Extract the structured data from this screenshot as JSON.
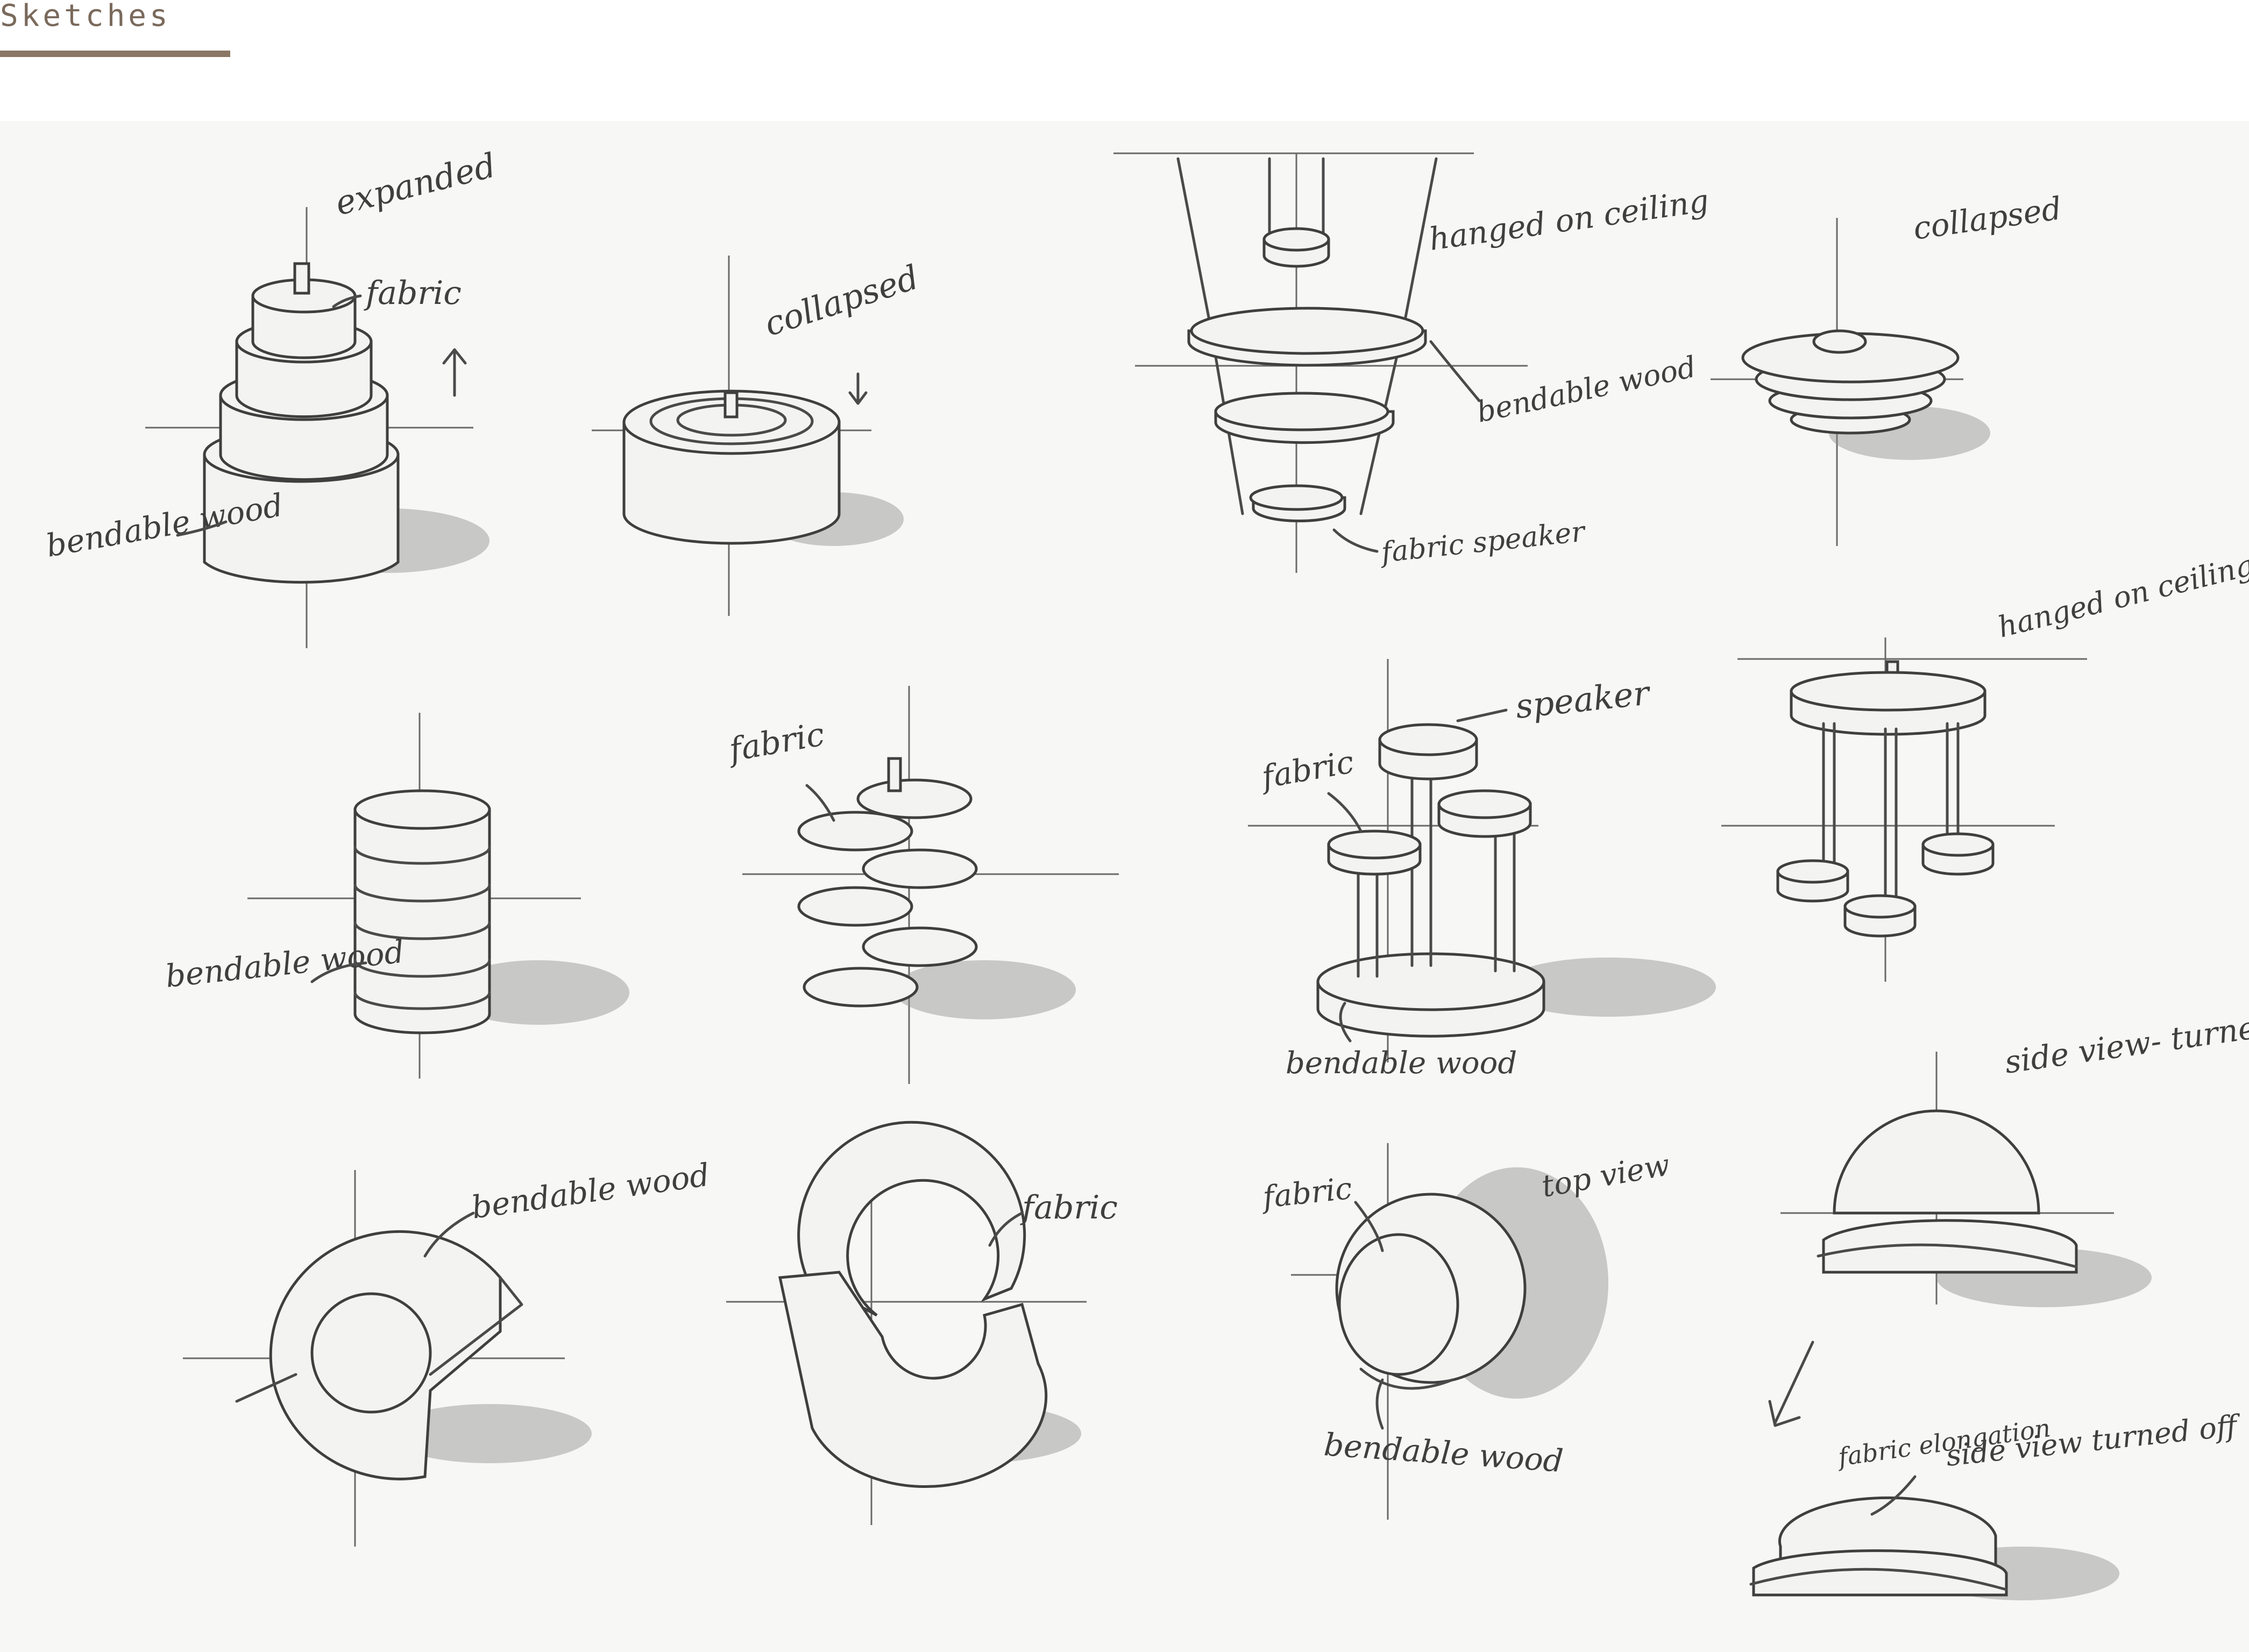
{
  "section": {
    "title": "Sketches"
  },
  "sketches": [
    {
      "labels": [
        "expanded",
        "fabric",
        "bendable wood"
      ]
    },
    {
      "labels": [
        "collapsed"
      ]
    },
    {
      "labels": [
        "hanged on ceiling",
        "bendable wood",
        "fabric speaker"
      ]
    },
    {
      "labels": [
        "collapsed"
      ]
    },
    {
      "labels": [
        "bendable wood"
      ]
    },
    {
      "labels": [
        "fabric"
      ]
    },
    {
      "labels": [
        "speaker",
        "fabric",
        "bendable wood"
      ]
    },
    {
      "labels": [
        "hanged on ceiling"
      ]
    },
    {
      "labels": [
        "bendable wood"
      ]
    },
    {
      "labels": [
        "fabric"
      ]
    },
    {
      "labels": [
        "fabric",
        "top view",
        "bendable wood"
      ]
    },
    {
      "labels": [
        "side view- turned on",
        "fabric elongation",
        "side view turned off"
      ]
    }
  ]
}
